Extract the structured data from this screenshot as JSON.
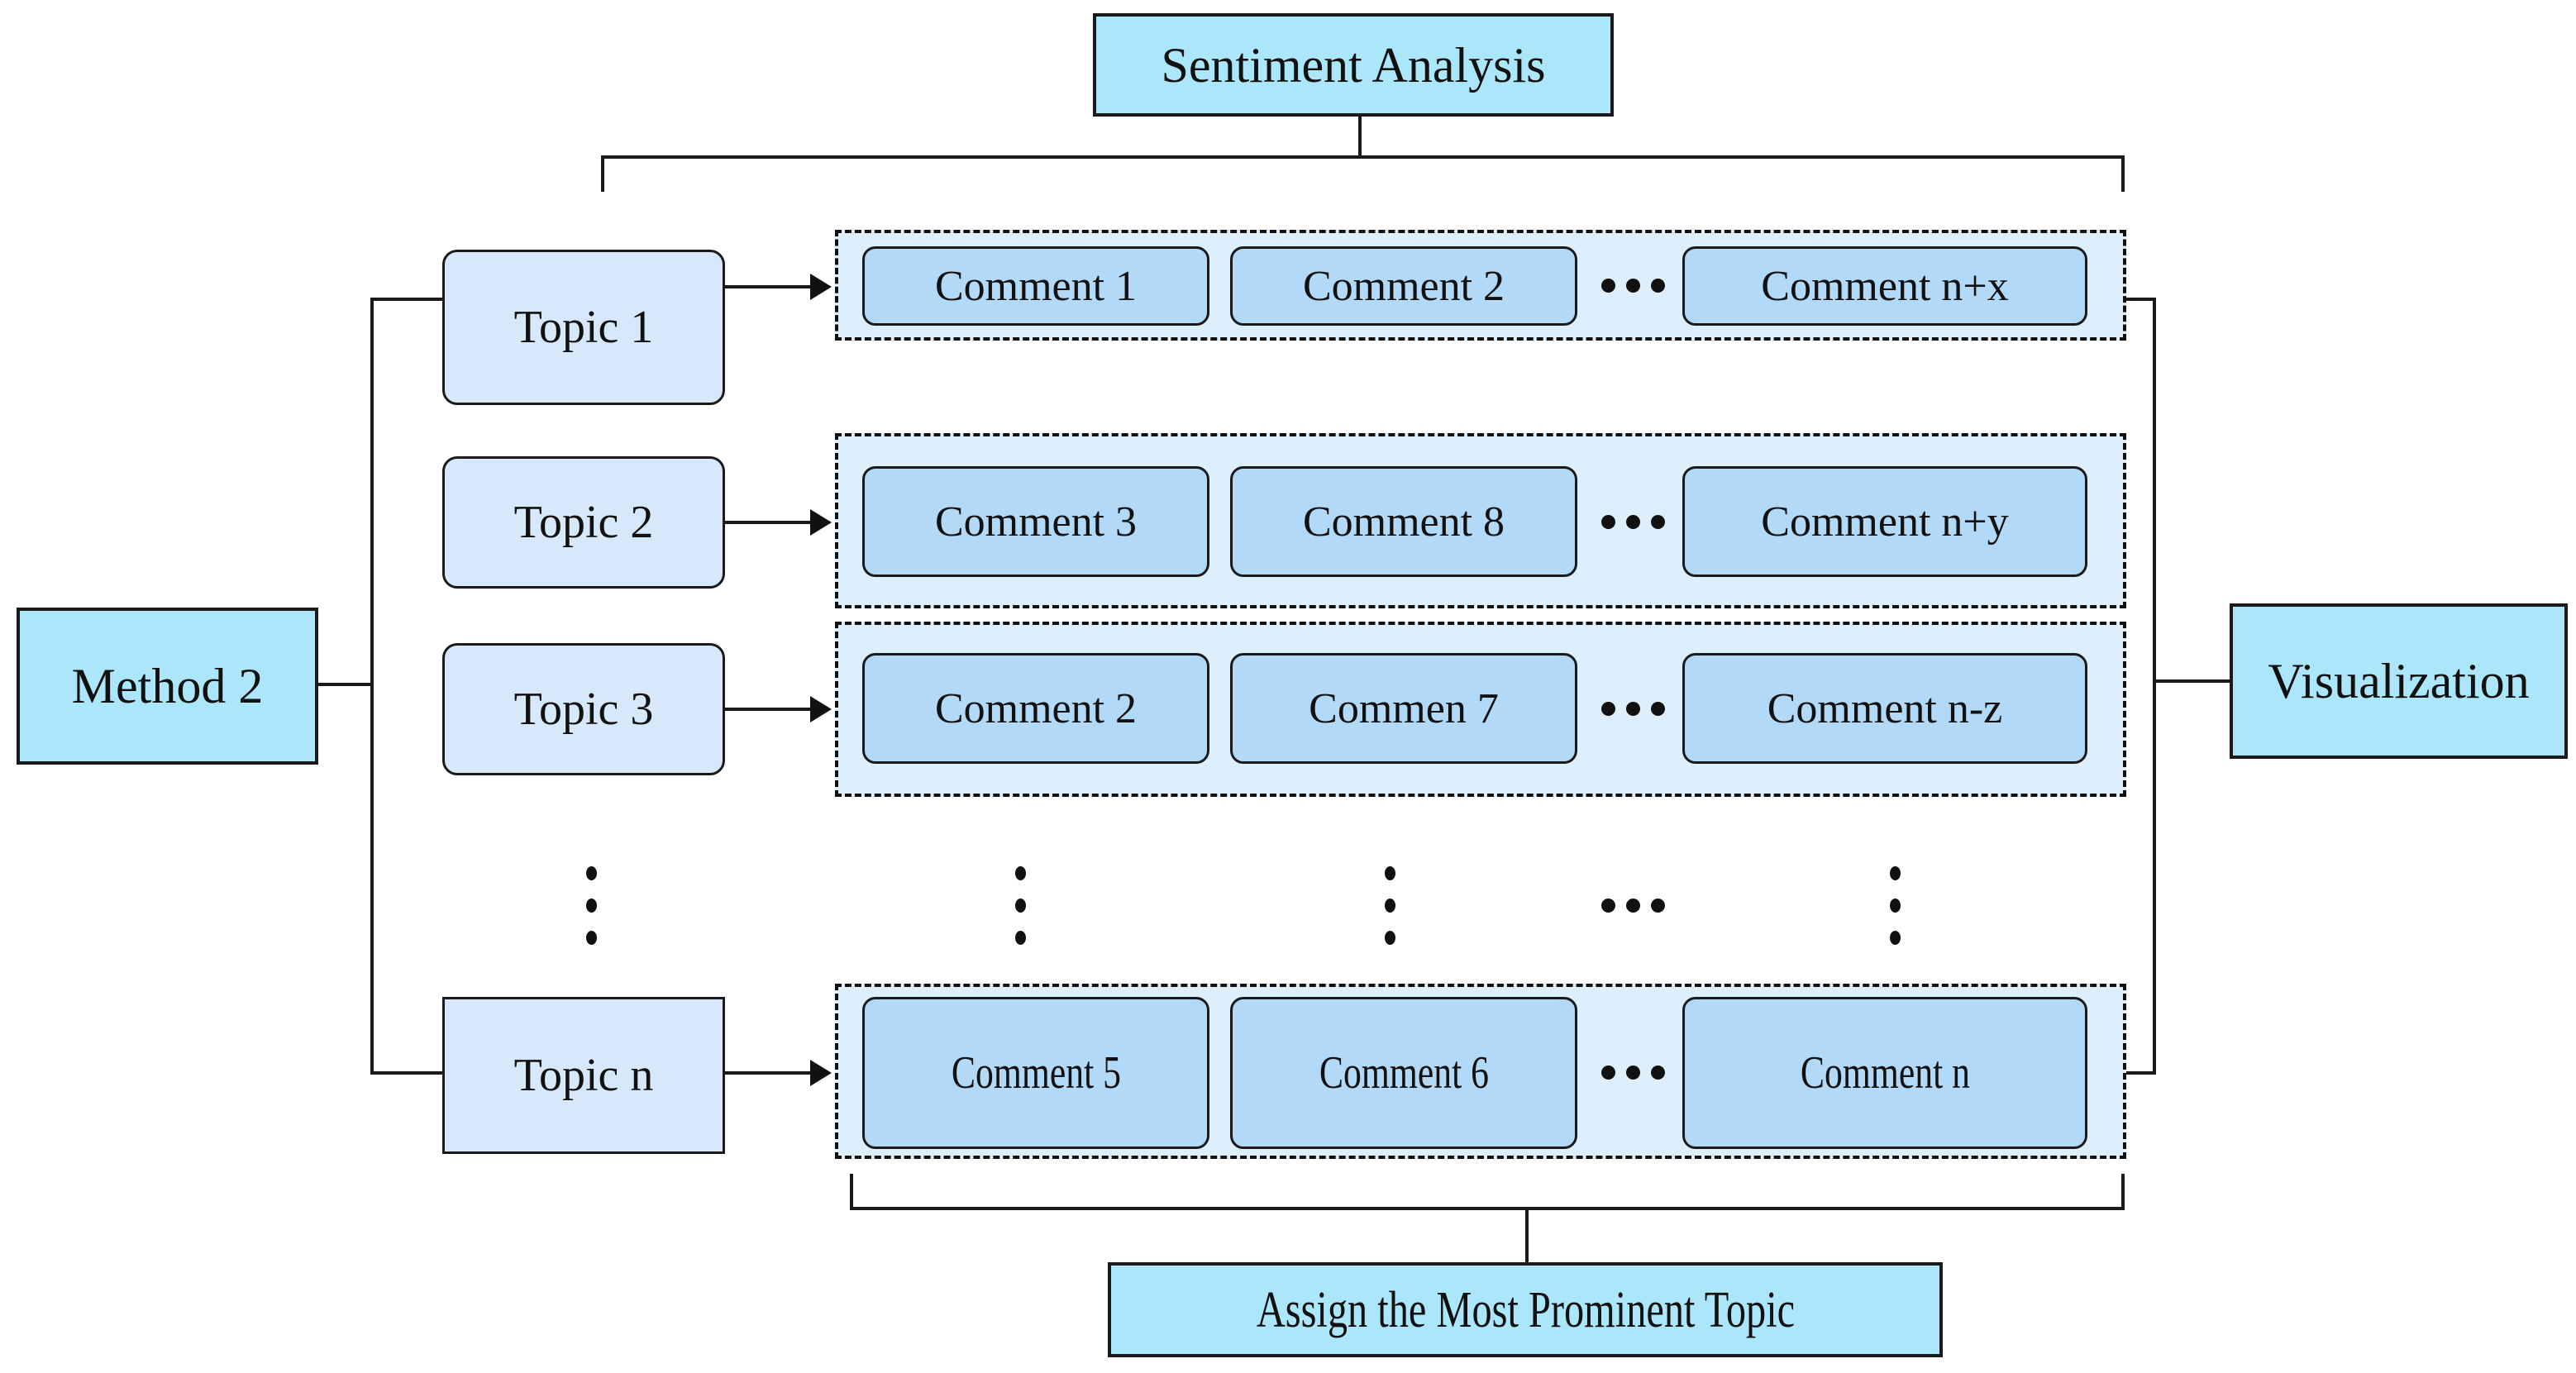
{
  "diagram": {
    "title": "Method 2 topic-and-sentiment pipeline",
    "colors": {
      "header_fill": "#ace6fb",
      "topic_fill": "#d6e8fa",
      "comment_fill": "#b2d9f7",
      "group_fill": "#ddeffc",
      "stroke": "#1a1a1a"
    },
    "top_node": {
      "label": "Sentiment Analysis"
    },
    "bottom_node": {
      "label": "Assign the Most Prominent Topic"
    },
    "left_node": {
      "label": "Method 2"
    },
    "right_node": {
      "label": "Visualization"
    },
    "topics": [
      {
        "label": "Topic 1"
      },
      {
        "label": "Topic 2"
      },
      {
        "label": "Topic 3"
      },
      {
        "label": "Topic n"
      }
    ],
    "topic_ellipsis": "⋮",
    "rows": [
      {
        "topic": "Topic 1",
        "comments": [
          "Comment 1",
          "Comment 2",
          "Comment n+x"
        ],
        "ellipsis": "⋯"
      },
      {
        "topic": "Topic 2",
        "comments": [
          "Comment 3",
          "Comment 8",
          "Comment n+y"
        ],
        "ellipsis": "⋯"
      },
      {
        "topic": "Topic 3",
        "comments": [
          "Comment 2",
          "Commen 7",
          "Comment n-z"
        ],
        "ellipsis": "⋯"
      },
      {
        "topic": "Topic n",
        "comments": [
          "Comment 5",
          "Comment 6",
          "Comment n"
        ],
        "ellipsis": "⋯"
      }
    ],
    "column_ellipsis": [
      "⋮",
      "⋮",
      "⋯",
      "⋮"
    ]
  }
}
